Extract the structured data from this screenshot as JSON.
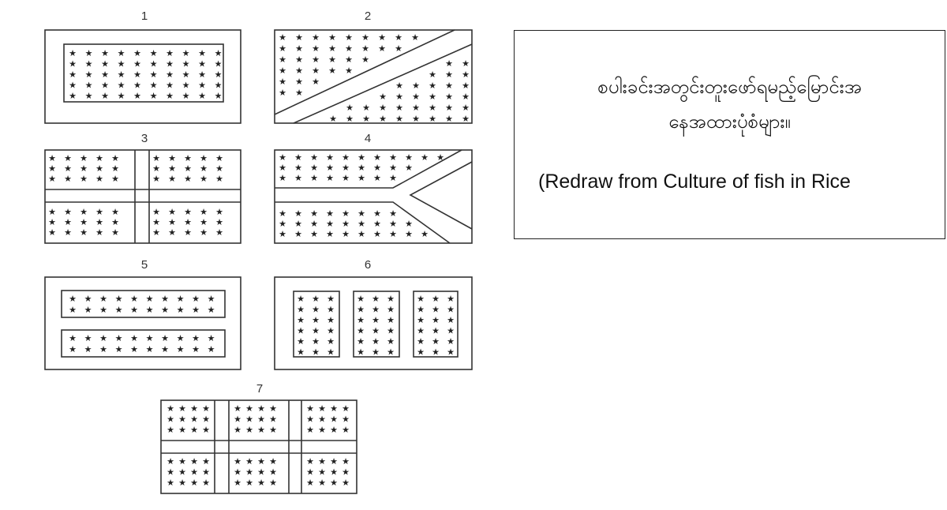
{
  "panels": [
    {
      "label": "1"
    },
    {
      "label": "2"
    },
    {
      "label": "3"
    },
    {
      "label": "4"
    },
    {
      "label": "5"
    },
    {
      "label": "6"
    },
    {
      "label": "7"
    }
  ],
  "caption": {
    "line1": "စပါးခင်းအတွင်းတူးဖော်ရမည့်မြောင်းအ",
    "line2": "နေအထားပုံစံများ။",
    "line3": "(Redraw from Culture of fish in Rice"
  },
  "colors": {
    "line": "#333333",
    "star": "#222222"
  },
  "icons": {
    "plant": "star-icon"
  }
}
